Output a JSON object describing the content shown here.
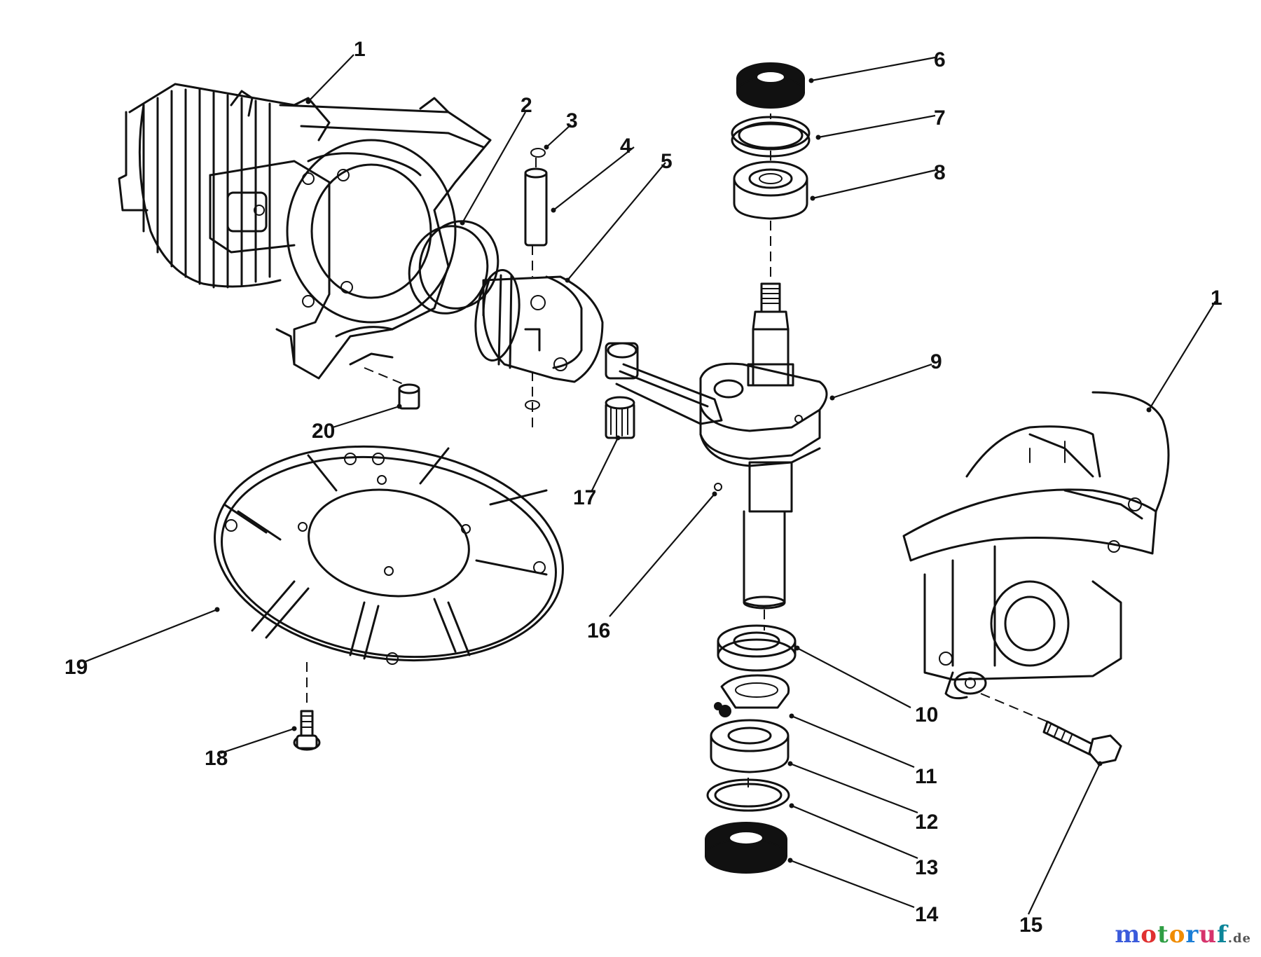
{
  "diagram": {
    "callouts": [
      "1",
      "2",
      "3",
      "4",
      "5",
      "6",
      "7",
      "8",
      "9",
      "10",
      "11",
      "12",
      "13",
      "14",
      "15",
      "16",
      "17",
      "18",
      "19",
      "20",
      "1"
    ]
  },
  "watermark": {
    "letters": [
      "m",
      "o",
      "t",
      "o",
      "r",
      "u",
      "f"
    ],
    "tld": ".de",
    "colors": [
      "#3b5bdb",
      "#e03131",
      "#2f9e44",
      "#f08c00",
      "#1c7ed6",
      "#d6336c",
      "#0c8599"
    ]
  }
}
